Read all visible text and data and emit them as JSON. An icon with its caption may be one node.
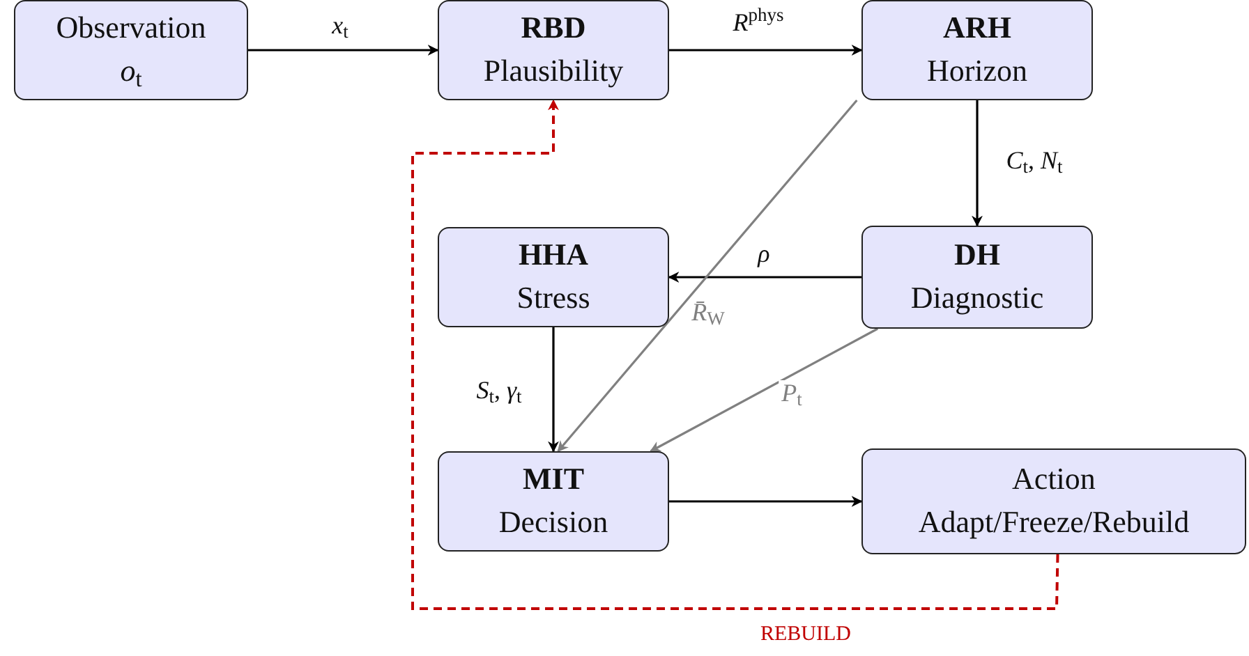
{
  "diagram": {
    "nodes": [
      {
        "text": [
          "Observation",
          "*o*$_{t}$"
        ]
      },
      {
        "text": [
          "RBD",
          "Plausibility"
        ]
      },
      {
        "text": [
          "ARH",
          "Horizon"
        ]
      },
      {
        "text": [
          "HHA",
          "Stress"
        ]
      },
      {
        "text": [
          "DH",
          "Diagnostic"
        ]
      },
      {
        "text": [
          "MIT",
          "Decision"
        ]
      },
      {
        "text": [
          "Action",
          "Adapt/Freeze/Rebuild"
        ]
      }
    ],
    "edges": [
      {
        "from": 0,
        "to": 1,
        "arrow": "to",
        "label": "*x*$_{t}$"
      },
      {
        "from": 1,
        "to": 2,
        "arrow": "to",
        "label": "*R*$^{phys}$"
      },
      {
        "from": 2,
        "to": 4,
        "arrow": "to",
        "label": "*C*$_{t}$, *N*$_{t}$"
      },
      {
        "from": 4,
        "to": 3,
        "arrow": "to",
        "label": "*ρ*"
      },
      {
        "from": 3,
        "to": 5,
        "arrow": "to",
        "label": "*S*$_{t}$, *γ*$_{t}$"
      },
      {
        "from": 2,
        "to": 5,
        "arrow": "to",
        "label": "*R̄*$_{W}$",
        "color": "#808080"
      },
      {
        "from": 4,
        "to": 5,
        "arrow": "to",
        "label": "*P*$_{t}$",
        "color": "#808080"
      },
      {
        "from": 5,
        "to": 6,
        "arrow": "to"
      },
      {
        "from": 6,
        "to": 1,
        "arrow": "to",
        "label": "REBUILD",
        "style": "dashed",
        "color": "#c00000"
      }
    ]
  }
}
